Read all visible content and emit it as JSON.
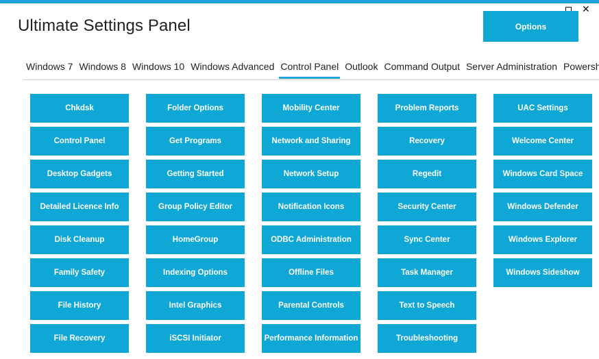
{
  "window": {
    "title": "Ultimate Settings Panel",
    "options_label": "Options",
    "maximize_glyph": "",
    "close_glyph": "✕"
  },
  "tabs": [
    {
      "label": "Windows 7"
    },
    {
      "label": "Windows 8"
    },
    {
      "label": "Windows 10"
    },
    {
      "label": "Windows Advanced"
    },
    {
      "label": "Control Panel",
      "active": true
    },
    {
      "label": "Outlook"
    },
    {
      "label": "Command Output"
    },
    {
      "label": "Server Administration"
    },
    {
      "label": "Powershell"
    }
  ],
  "colors": {
    "accent": "#0fa7d6",
    "stripe": "#1aa3d9"
  },
  "columns": [
    [
      "Chkdsk",
      "Control Panel",
      "Desktop Gadgets",
      "Detailed Licence Info",
      "Disk Cleanup",
      "Family Safety",
      "File History",
      "File Recovery"
    ],
    [
      "Folder Options",
      "Get Programs",
      "Getting Started",
      "Group Policy Editor",
      "HomeGroup",
      "Indexing Options",
      "Intel Graphics",
      "iSCSI Initiator"
    ],
    [
      "Mobility Center",
      "Network and Sharing",
      "Network Setup",
      "Notification Icons",
      "ODBC Administration",
      "Offline Files",
      "Parental Controls",
      "Performance Information"
    ],
    [
      "Problem Reports",
      "Recovery",
      "Regedit",
      "Security Center",
      "Sync Center",
      "Task Manager",
      "Text to Speech",
      "Troubleshooting"
    ],
    [
      "UAC Settings",
      "Welcome Center",
      "Windows Card Space",
      "Windows Defender",
      "Windows Explorer",
      "Windows Sideshow"
    ]
  ]
}
